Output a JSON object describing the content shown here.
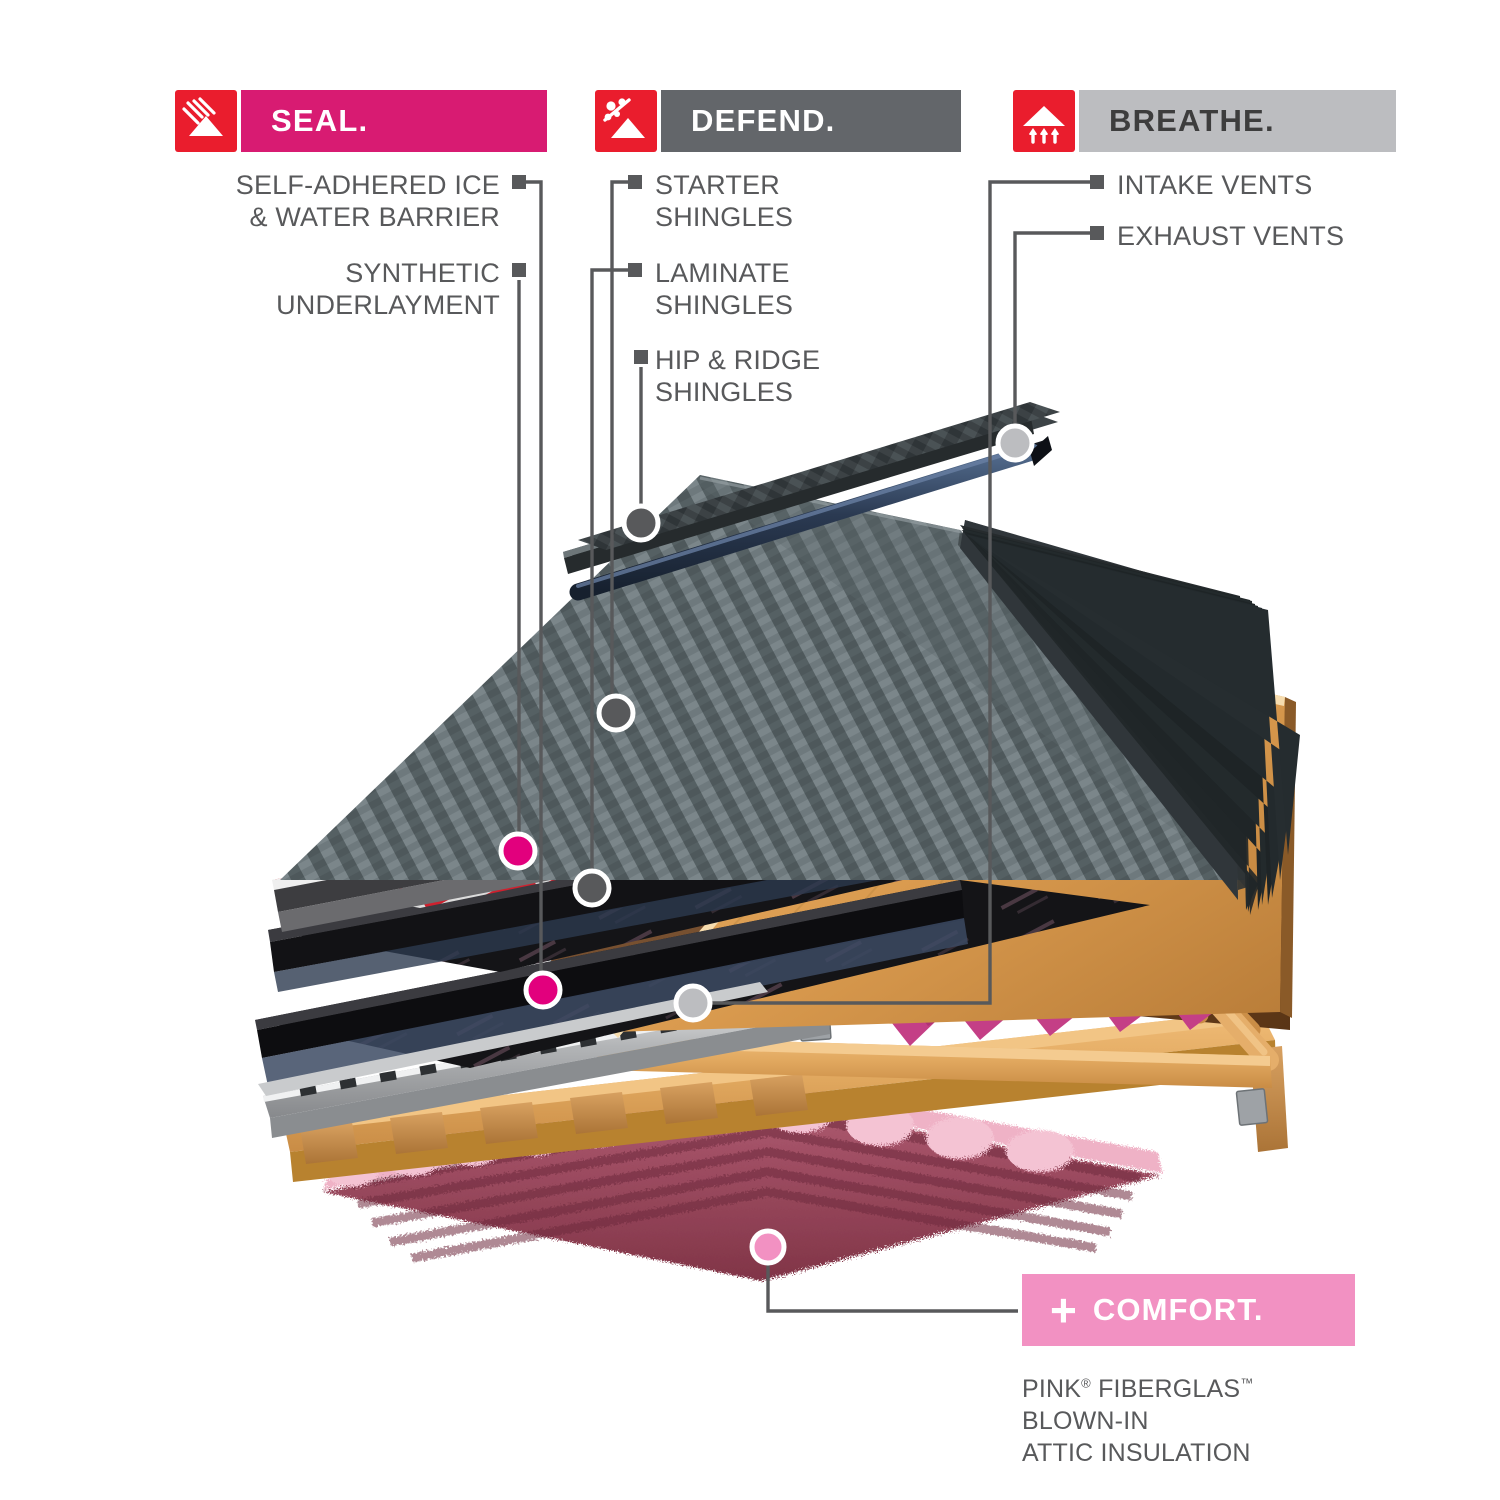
{
  "headers": [
    {
      "id": "seal",
      "label": "SEAL.",
      "icon": "roof-rain-icon",
      "badge_color": "#d81b72",
      "icon_bg": "#ea1d2d",
      "text_color": "#ffffff"
    },
    {
      "id": "defend",
      "label": "DEFEND.",
      "icon": "roof-hail-icon",
      "badge_color": "#63666a",
      "icon_bg": "#ea1d2d",
      "text_color": "#ffffff"
    },
    {
      "id": "breathe",
      "label": "BREATHE.",
      "icon": "roof-airflow-icon",
      "badge_color": "#bcbdc0",
      "icon_bg": "#ea1d2d",
      "text_color": "#3d3d3d"
    }
  ],
  "callouts": [
    {
      "id": "ice-water",
      "label": "SELF-ADHERED ICE\n& WATER BARRIER",
      "group": "seal",
      "dot_color": "#e2007d",
      "align": "right"
    },
    {
      "id": "synthetic-underlayment",
      "label": "SYNTHETIC\nUNDERLAYMENT",
      "group": "seal",
      "dot_color": "#e2007d",
      "align": "right"
    },
    {
      "id": "starter-shingles",
      "label": "STARTER\nSHINGLES",
      "group": "defend",
      "dot_color": "#58595b",
      "align": "left"
    },
    {
      "id": "laminate-shingles",
      "label": "LAMINATE\nSHINGLES",
      "group": "defend",
      "dot_color": "#58595b",
      "align": "left"
    },
    {
      "id": "hip-ridge-shingles",
      "label": "HIP & RIDGE\nSHINGLES",
      "group": "defend",
      "dot_color": "#58595b",
      "align": "left"
    },
    {
      "id": "intake-vents",
      "label": "INTAKE VENTS",
      "group": "breathe",
      "dot_color": "#bcbdc0",
      "align": "left"
    },
    {
      "id": "exhaust-vents",
      "label": "EXHAUST VENTS",
      "group": "breathe",
      "dot_color": "#bcbdc0",
      "align": "left"
    }
  ],
  "comfort": {
    "plus": "+",
    "label": "COMFORT.",
    "badge_color": "#f291c2",
    "dot_color": "#f291c2",
    "description_line1_a": "PINK",
    "description_line1_sup1": "®",
    "description_line1_b": " FIBERGLAS",
    "description_line1_sup2": "™",
    "description_line2": "BLOWN-IN",
    "description_line3": "ATTIC INSULATION"
  },
  "diagram": {
    "title": "Exploded roof system assembly",
    "layers": [
      "laminate-shingles",
      "starter-shingles",
      "synthetic-underlayment",
      "ice-water-barrier",
      "drip-edge",
      "roof-deck",
      "trusses",
      "batt-insulation",
      "blown-in-attic-insulation"
    ],
    "palette": {
      "shingle_dark": "#4a5356",
      "shingle_light": "#7d868a",
      "underlayment_grey": "#d9d9d9",
      "underlayment_red": "#cf202e",
      "barrier_black": "#17171a",
      "deck_wood": "#d89a52",
      "truss_wood": "#e0a760",
      "batt_pink": "#c43f86",
      "blown_pink": "#8e3b4c",
      "blown_pink_light": "#efb2c6",
      "ridge_blue": "#2e3c54"
    }
  }
}
